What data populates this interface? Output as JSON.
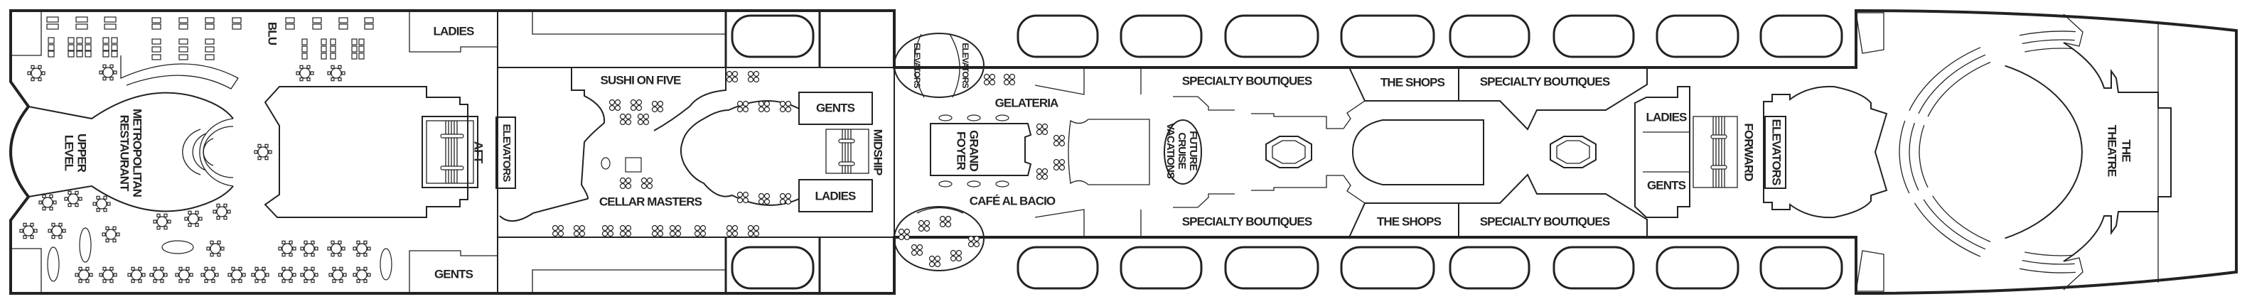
{
  "deck_plan": {
    "aft": {
      "ladies": "LADIES",
      "gents": "GENTS",
      "blu": "BLU",
      "restaurant": [
        "METROPOLITAN",
        "RESTAURANT"
      ],
      "upper_level": [
        "UPPER",
        "LEVEL"
      ],
      "stairs": "AFT",
      "elevators": "ELEVATORS"
    },
    "midship": {
      "sushi": "SUSHI ON FIVE",
      "cellar": "CELLAR MASTERS",
      "gents": "GENTS",
      "ladies": "LADIES",
      "stairs": "MIDSHIP",
      "elevators_port": "ELEVATORS",
      "elevators_starboard": "ELEVATORS",
      "gelateria": "GELATERIA",
      "grand_foyer": [
        "GRAND",
        "FOYER"
      ],
      "cafe": "CAFÉ AL BACIO",
      "future_cruise": [
        "FUTURE",
        "CRUISE",
        "VACATIONS"
      ]
    },
    "shops": {
      "boutiques_top_aft": "SPECIALTY BOUTIQUES",
      "shops_top": "THE SHOPS",
      "boutiques_top_fwd": "SPECIALTY BOUTIQUES",
      "boutiques_bottom_aft": "SPECIALTY BOUTIQUES",
      "shops_bottom": "THE SHOPS",
      "boutiques_bottom_fwd": "SPECIALTY BOUTIQUES"
    },
    "forward": {
      "ladies": "LADIES",
      "gents": "GENTS",
      "stairs": "FORWARD",
      "elevators": "ELEVATORS",
      "theatre": [
        "THE",
        "THEATRE"
      ]
    }
  }
}
